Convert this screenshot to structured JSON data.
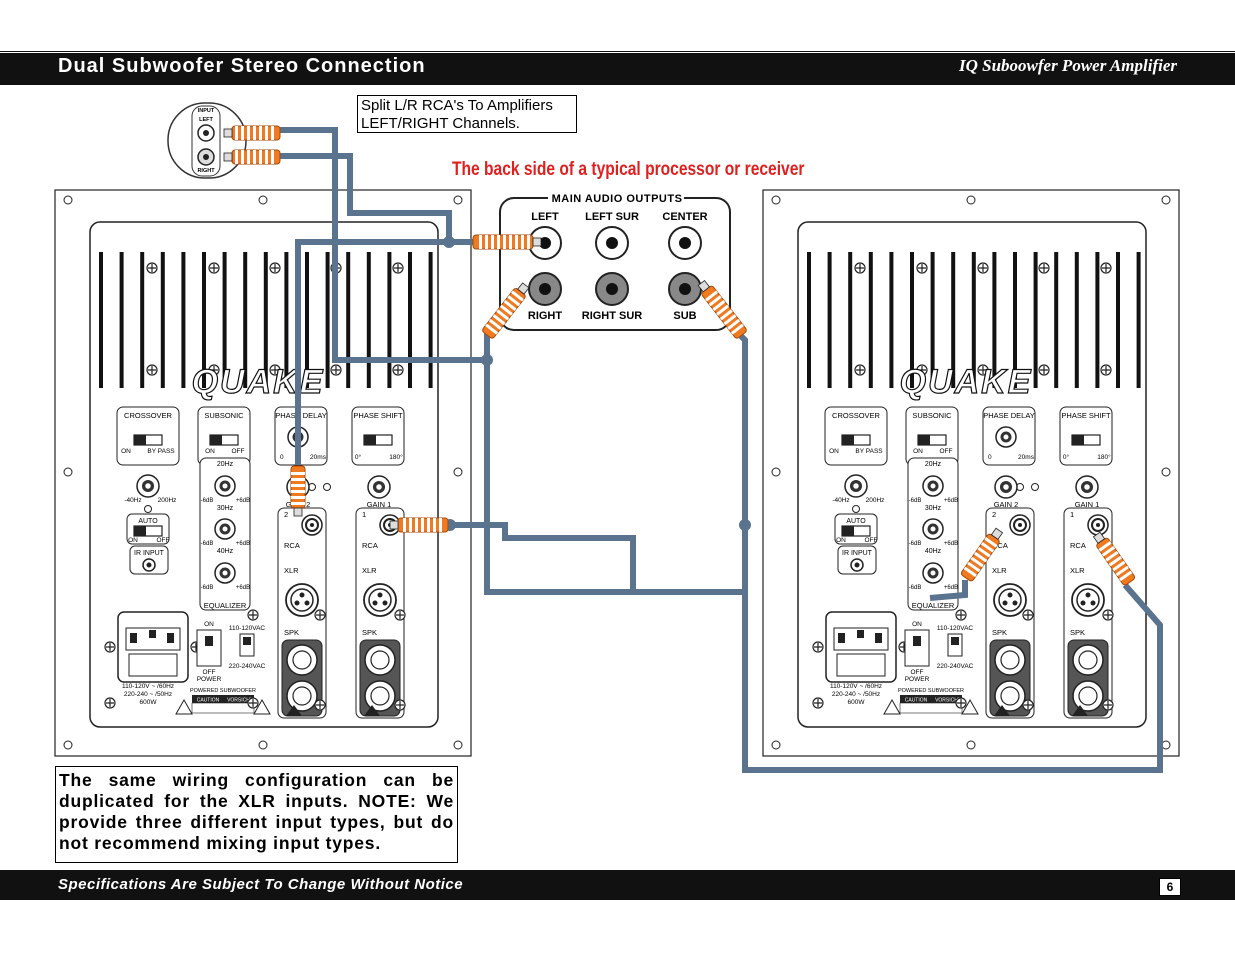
{
  "header": {
    "title": "Dual Subwoofer Stereo Connection",
    "subtitle": "IQ Suboowfer Power Amplifier"
  },
  "callout": {
    "line1": "Split L/R RCA's To Amplifiers",
    "line2": "LEFT/RIGHT Channels."
  },
  "receiver": {
    "title": "The back side of a typical processor or receiver",
    "panel_label": "MAIN AUDIO OUTPUTS",
    "outputs": [
      "LEFT",
      "LEFT SUR",
      "CENTER",
      "RIGHT",
      "RIGHT SUR",
      "SUB"
    ]
  },
  "splitter": {
    "input": "INPUT",
    "left": "LEFT",
    "right": "RIGHT"
  },
  "amp": {
    "logo": "QUAKE",
    "crossover": "CROSSOVER",
    "subsonic": "SUBSONIC",
    "phase_delay": "PHASE DELAY",
    "phase_shift": "PHASE SHIFT",
    "on": "ON",
    "off": "OFF",
    "by_pass": "BY PASS",
    "ms0": "0",
    "ms20": "20ms",
    "deg0": "0°",
    "deg180": "180°",
    "hz40": "-40Hz",
    "hz200": "200Hz",
    "f20": "20Hz",
    "f30": "30Hz",
    "f40": "40Hz",
    "m6": "-6dB",
    "p6": "+6dB",
    "equalizer": "EQUALIZER",
    "auto": "AUTO",
    "ir_input": "IR INPUT",
    "gain1": "GAIN 1",
    "gain2": "GAIN 2",
    "ch1": "1",
    "ch2": "2",
    "rca": "RCA",
    "xlr": "XLR",
    "spk": "SPK",
    "v110": "110-120VAC",
    "v220": "220-240VAC",
    "power": "POWER",
    "rating1": "110-120V ~ /60Hz",
    "rating2": "220-240 ~ /50Hz",
    "rating3": "600W",
    "powered_sub": "POWERED SUBWOOFER",
    "caution": "CAUTION",
    "vorsicht": "VORSICHT"
  },
  "note": "The same wiring configuration can be duplicated for the XLR inputs. NOTE: We provide three different input types, but do not recommend mixing input types.",
  "footer": {
    "text": "Specifications Are Subject To Change Without Notice",
    "page": "6"
  },
  "colors": {
    "cable": "#5a7490",
    "plug": "#f07a20",
    "red_title": "#e02020"
  }
}
